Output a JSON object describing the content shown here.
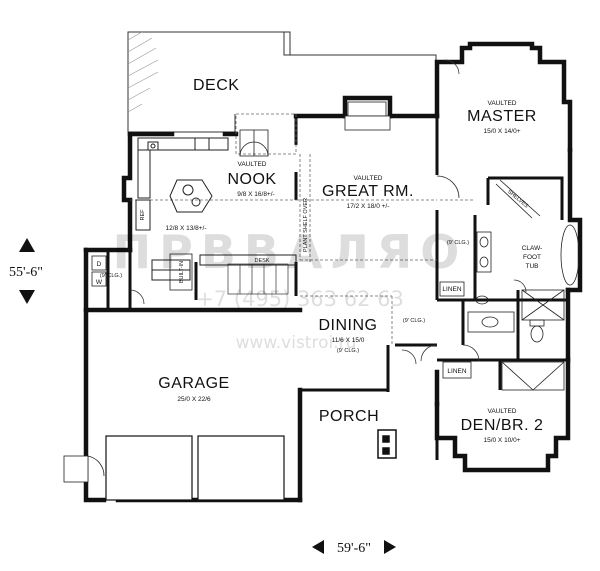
{
  "rooms": {
    "deck": {
      "name": "DECK"
    },
    "nook": {
      "tag": "VAULTED",
      "name": "NOOK",
      "size": "9/8 X 16/8+/-"
    },
    "great": {
      "tag": "VAULTED",
      "name": "GREAT RM.",
      "size": "17/2 X 18/0 +/-"
    },
    "master": {
      "tag": "VAULTED",
      "name": "MASTER",
      "size": "15/0 X 14/0+"
    },
    "kitchen": {
      "size": "12/8 X 13/8+/-"
    },
    "dining": {
      "name": "DINING",
      "size": "11/6 X 15/0",
      "clg": "(9' CLG.)"
    },
    "garage": {
      "name": "GARAGE",
      "size": "25/0 X 22/6"
    },
    "porch": {
      "name": "PORCH"
    },
    "den": {
      "tag": "VAULTED",
      "name": "DEN/BR. 2",
      "size": "15/0 X 10/0+"
    }
  },
  "labels": {
    "shelves": "SHELVES",
    "claw1": "CLAW-",
    "claw2": "FOOT",
    "claw3": "TUB",
    "clg_bath": "(9' CLG.)",
    "clg_dining": "(9' CLG.)",
    "clg_laundry": "(9' CLG.)",
    "linen1": "LINEN",
    "linen2": "LINEN",
    "desk": "DESK",
    "plant_shelf": "PLANT SHELF OVER",
    "ref": "REF",
    "built_in": "BUILT-IN",
    "washer": "W",
    "dryer": "D"
  },
  "dimensions": {
    "height": "55'-6\"",
    "width": "59'-6\""
  },
  "watermark": {
    "brand": "ПРВВАЛЯО",
    "phone": "+7 (495) 363 62 63",
    "site": "www.vistroi.ru"
  }
}
